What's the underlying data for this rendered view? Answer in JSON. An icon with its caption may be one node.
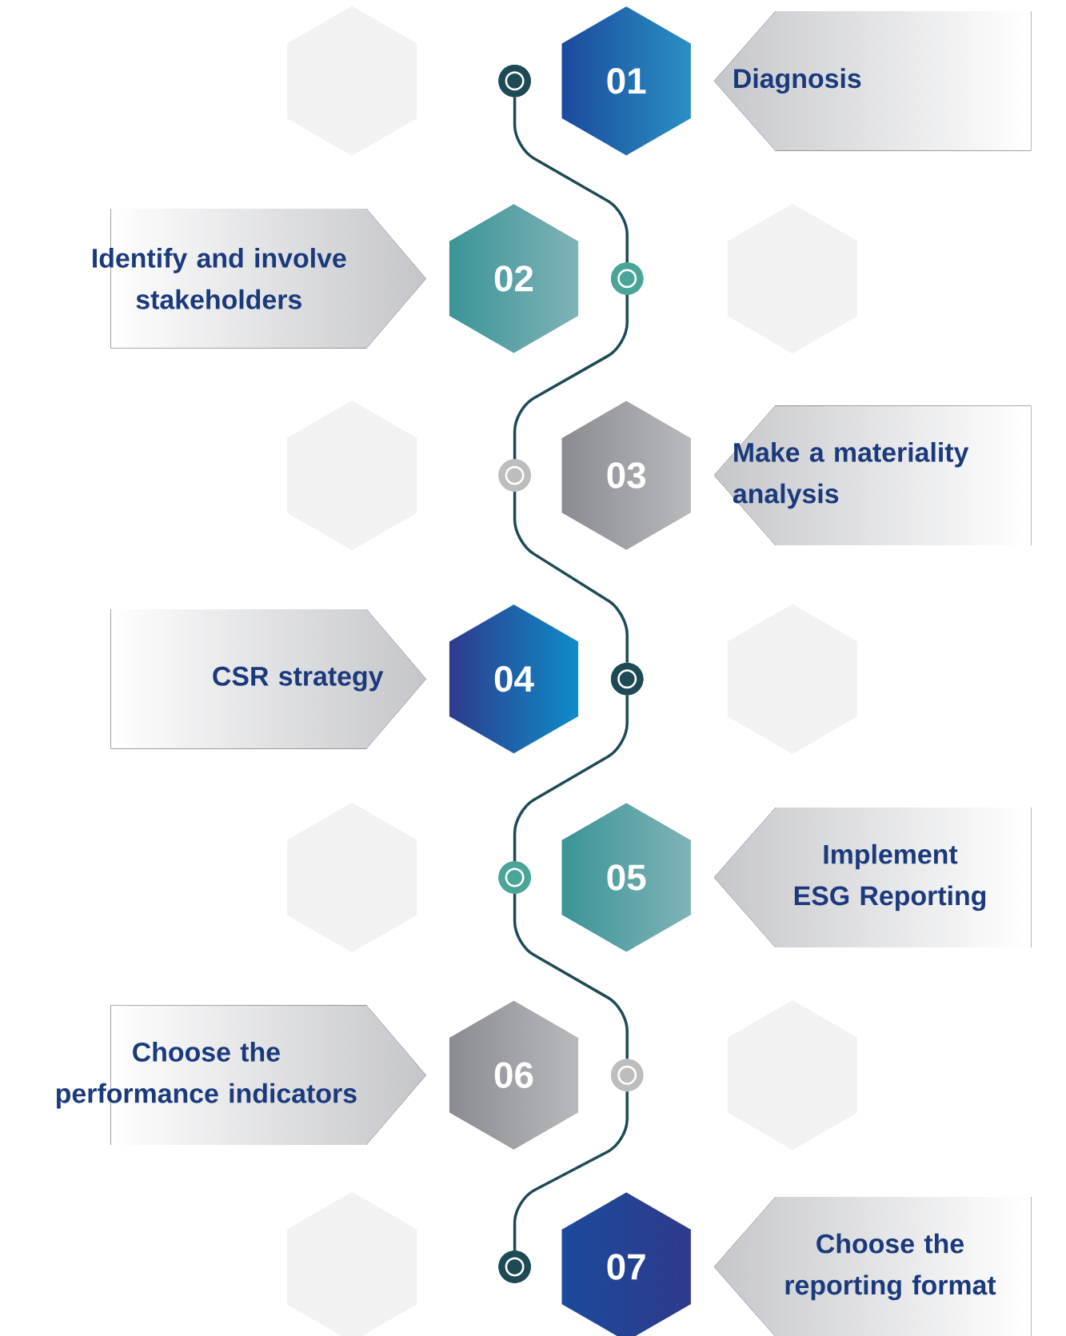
{
  "diagram": {
    "nodes": [
      {
        "text": [],
        "shape": "hexagon"
      },
      {
        "text": [],
        "shape": "circle"
      },
      {
        "text": [
          "01"
        ]
      },
      {
        "text": [
          "Diagnosis"
        ]
      },
      {
        "text": [
          "Identify and involve stakeholders"
        ]
      },
      {
        "text": [
          "02"
        ]
      },
      {
        "text": [],
        "shape": "circle"
      },
      {
        "text": [],
        "shape": "hexagon"
      },
      {
        "text": [],
        "shape": "hexagon"
      },
      {
        "text": [],
        "shape": "circle"
      },
      {
        "text": [
          "03"
        ]
      },
      {
        "text": [
          "Make a materiality analysis"
        ]
      },
      {
        "text": [
          "CSR strategy"
        ]
      },
      {
        "text": [
          "04"
        ]
      },
      {
        "text": [],
        "shape": "circle"
      },
      {
        "text": [],
        "shape": "hexagon"
      },
      {
        "text": [],
        "shape": "hexagon"
      },
      {
        "text": [],
        "shape": "circle"
      },
      {
        "text": [
          "05"
        ]
      },
      {
        "text": [
          "Implement ESG Reporting"
        ]
      },
      {
        "text": [
          "Choose the performance indicators"
        ]
      },
      {
        "text": [
          "06"
        ]
      },
      {
        "text": [],
        "shape": "circle"
      },
      {
        "text": [],
        "shape": "hexagon"
      },
      {
        "text": [],
        "shape": "hexagon"
      },
      {
        "text": [],
        "shape": "circle"
      },
      {
        "text": [
          "07"
        ]
      },
      {
        "text": [
          "Choose the reporting format"
        ]
      }
    ],
    "edges": [
      {
        "from": 1,
        "to": 6,
        "arrow": "none"
      },
      {
        "from": 6,
        "to": 9,
        "arrow": "none"
      },
      {
        "from": 9,
        "to": 14,
        "arrow": "none"
      },
      {
        "from": 14,
        "to": 17,
        "arrow": "none"
      },
      {
        "from": 17,
        "to": 22,
        "arrow": "none"
      },
      {
        "from": 22,
        "to": 25,
        "arrow": "none"
      }
    ]
  }
}
